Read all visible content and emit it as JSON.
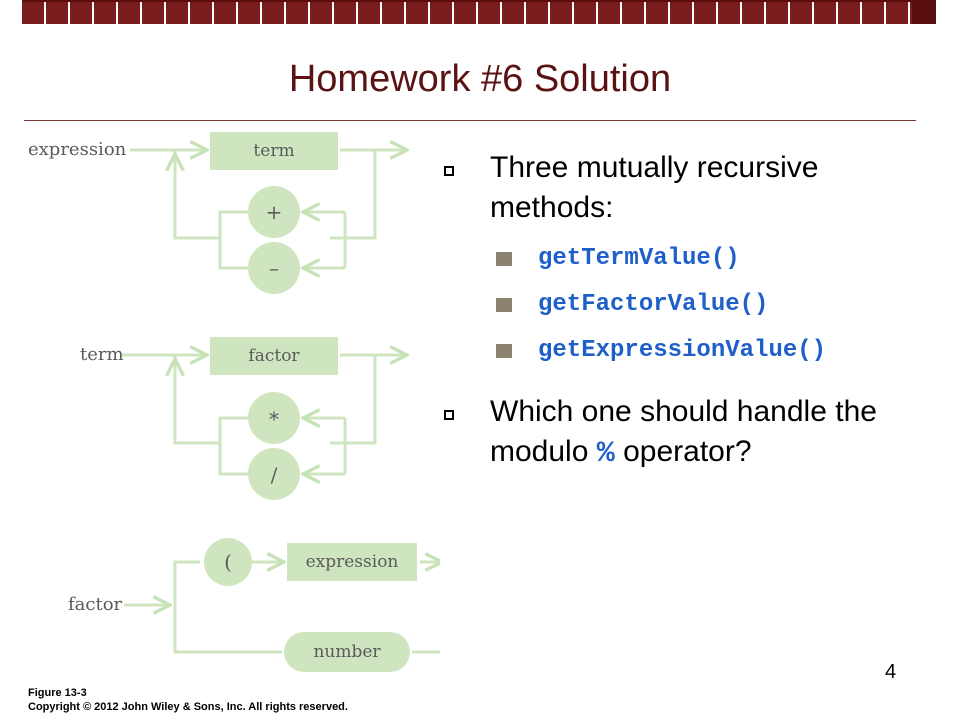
{
  "slide": {
    "title": "Homework #6 Solution",
    "page_number": "4"
  },
  "bullets": {
    "first": "Three mutually recursive methods:",
    "methods": [
      "getTermValue()",
      "getFactorValue()",
      "getExpressionValue()"
    ],
    "second_pre": "Which one should handle the modulo ",
    "second_op": "%",
    "second_post": " operator?"
  },
  "diagram": {
    "expression_label": "expression",
    "expression_box": "term",
    "expression_ops": [
      "+",
      "–"
    ],
    "term_label": "term",
    "term_box": "factor",
    "term_ops": [
      "*",
      "/"
    ],
    "factor_label": "factor",
    "factor_open": "(",
    "factor_box": "expression",
    "factor_close": ")",
    "factor_number": "number"
  },
  "figure_caption": {
    "line1": "Figure 13-3",
    "line2": "Copyright © 2012 John Wiley & Sons, Inc. All rights reserved."
  },
  "colors": {
    "accent": "#7b1c1c",
    "title": "#5a1212",
    "diagram": "#cfe5c0",
    "code": "#1f5fc9"
  }
}
